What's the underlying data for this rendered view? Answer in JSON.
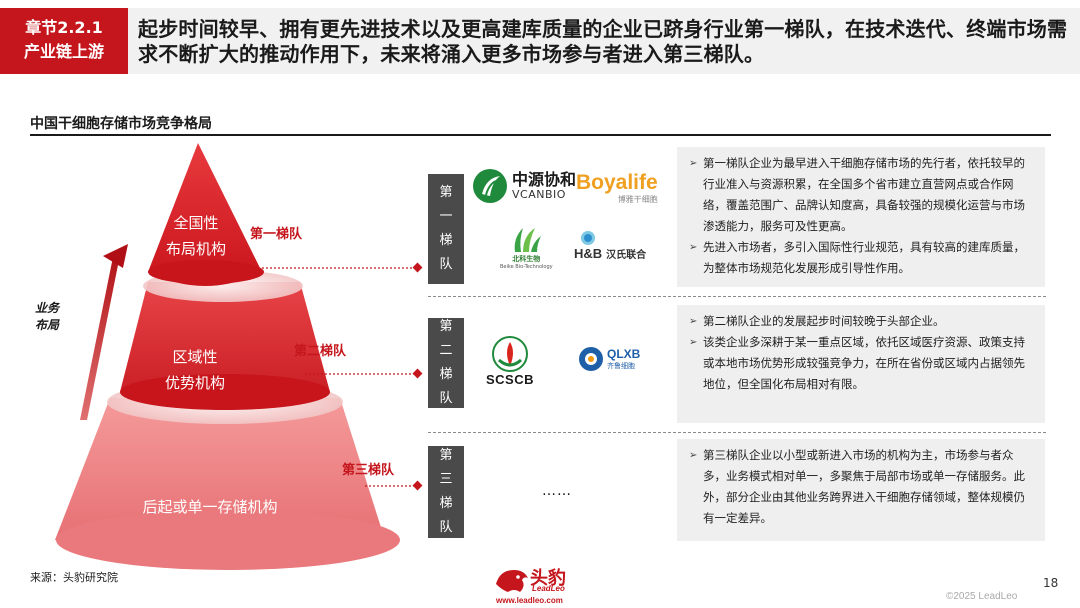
{
  "header": {
    "badge_line1": "章节2.2.1",
    "badge_line2": "产业链上游",
    "title": "起步时间较早、拥有更先进技术以及更高建库质量的企业已跻身行业第一梯队，在技术迭代、终端市场需求不断扩大的推动作用下，未来将涌入更多市场参与者进入第三梯队。"
  },
  "section_title": "中国干细胞存储市场竞争格局",
  "pyramid": {
    "axis_label_line1": "业务",
    "axis_label_line2": "布局",
    "tiers": [
      {
        "line1": "全国性",
        "line2": "布局机构",
        "label": "第一梯队"
      },
      {
        "line1": "区域性",
        "line2": "优势机构",
        "label": "第二梯队"
      },
      {
        "line1": "后起或单一存储机构",
        "line2": "",
        "label": "第三梯队"
      }
    ]
  },
  "tier_panels": [
    {
      "tag": [
        "第",
        "一",
        "梯",
        "队"
      ],
      "logos": {
        "zhongyuan_cn": "中源协和",
        "zhongyuan_en": "VCANBIO",
        "boyalife_en": "Boyalife",
        "boyalife_cn": "博雅干细胞",
        "beike_cn": "北科生物",
        "beike_en": "Beike Bio-Technology",
        "hb_en": "H&B",
        "hb_cn": "汉氏联合"
      },
      "bullets": [
        "第一梯队企业为最早进入干细胞存储市场的先行者，依托较早的行业准入与资源积累，在全国多个省市建立直营网点或合作网络，覆盖范围广、品牌认知度高，具备较强的规模化运营与市场渗透能力，服务可及性更高。",
        "先进入市场者，多引入国际性行业规范，具有较高的建库质量，为整体市场规范化发展形成引导性作用。"
      ]
    },
    {
      "tag": [
        "第",
        "二",
        "梯",
        "队"
      ],
      "logos": {
        "scscb": "SCSCB",
        "qlxb_en": "QLXB",
        "qlxb_cn": "齐鲁细胞"
      },
      "bullets": [
        "第二梯队企业的发展起步时间较晚于头部企业。",
        "该类企业多深耕于某一重点区域，依托区域医疗资源、政策支持或本地市场优势形成较强竞争力，在所在省份或区域内占据领先地位，但全国化布局相对有限。"
      ]
    },
    {
      "tag": [
        "第",
        "三",
        "梯",
        "队"
      ],
      "logos": {
        "ellipsis": "……"
      },
      "bullets": [
        "第三梯队企业以小型或新进入市场的机构为主，市场参与者众多，业务模式相对单一，多聚焦于局部市场或单一存储服务。此外，部分企业由其他业务跨界进入干细胞存储领域，整体规模仍有一定差异。"
      ]
    }
  ],
  "footer": {
    "source": "来源：头豹研究院",
    "brand_cn": "头豹",
    "brand_en": "LeadLeo",
    "brand_url": "www.leadleo.com",
    "page_number": "18",
    "copyright": "©2025 LeadLeo"
  },
  "colors": {
    "accent": "#c4161c",
    "tag_bg": "#4a4a4a",
    "desc_bg": "#efefef"
  }
}
